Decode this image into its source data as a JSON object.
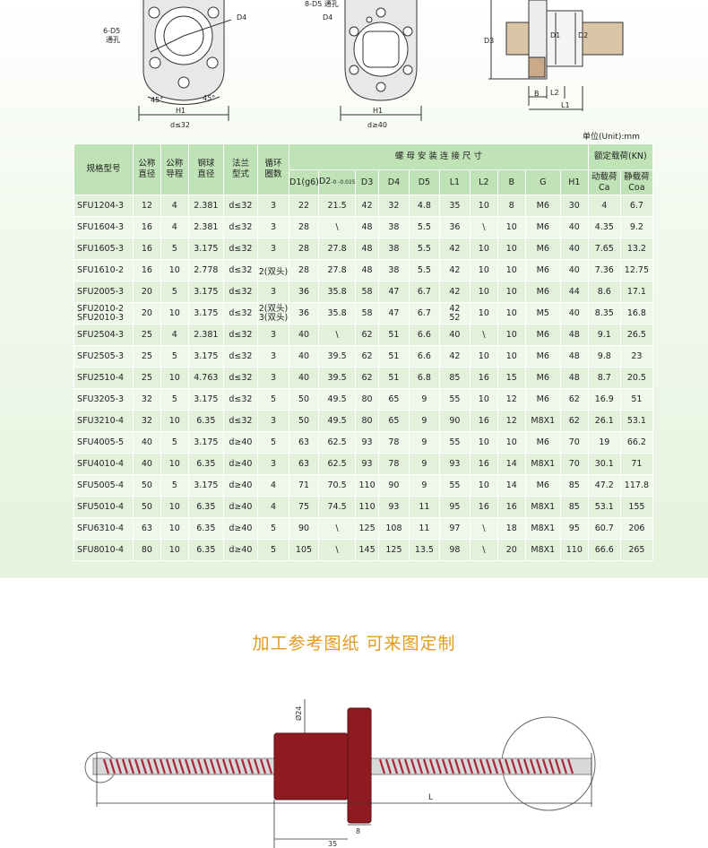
{
  "drawings": {
    "left": {
      "hole_label": "6-D5",
      "hole_sub": "通孔",
      "d4": "D4",
      "angle_left": "45°",
      "angle_right": "45°",
      "h1": "H1",
      "d_cond": "d≤32"
    },
    "middle": {
      "hole_label": "8-D5 通孔",
      "d4": "D4",
      "h1": "H1",
      "d_cond": "d≥40"
    },
    "right": {
      "d3": "D3",
      "d1": "D1",
      "d2": "D2",
      "b": "B",
      "l2": "L2",
      "l1": "L1"
    }
  },
  "unit_label": "单位(Unit):mm",
  "table": {
    "headers": {
      "model": "规格型号",
      "nominal_dia": [
        "公称",
        "直径"
      ],
      "lead": [
        "公称",
        "导程"
      ],
      "ball_dia": [
        "钢球",
        "直径"
      ],
      "flange": [
        "法兰",
        "型式"
      ],
      "circuits": [
        "循环",
        "圈数"
      ],
      "dims_group": "螺 母 安 装 连 接 尺 寸",
      "load_group": "额定载荷(KN)",
      "d1": "D1(g6)",
      "d2": "D2",
      "d2_tol": "-0 -0.015",
      "d3": "D3",
      "d4": "D4",
      "d5": "D5",
      "l1": "L1",
      "l2": "L2",
      "b": "B",
      "g": "G",
      "h1": "H1",
      "ca": [
        "动载荷",
        "Ca"
      ],
      "coa": [
        "静载荷",
        "Coa"
      ]
    },
    "rows": [
      [
        "SFU1204-3",
        "12",
        "4",
        "2.381",
        "d≤32",
        "3",
        "22",
        "21.5",
        "42",
        "32",
        "4.8",
        "35",
        "10",
        "8",
        "M6",
        "30",
        "4",
        "6.7"
      ],
      [
        "SFU1604-3",
        "16",
        "4",
        "2.381",
        "d≤32",
        "3",
        "28",
        "\\",
        "48",
        "38",
        "5.5",
        "36",
        "\\",
        "10",
        "M6",
        "40",
        "4.35",
        "9.2"
      ],
      [
        "SFU1605-3",
        "16",
        "5",
        "3.175",
        "d≤32",
        "3",
        "28",
        "27.8",
        "48",
        "38",
        "5.5",
        "42",
        "10",
        "10",
        "M6",
        "40",
        "7.65",
        "13.2"
      ],
      [
        "SFU1610-2",
        "16",
        "10",
        "2.778",
        "d≤32",
        "2(双头)",
        "28",
        "27.8",
        "48",
        "38",
        "5.5",
        "42",
        "10",
        "10",
        "M6",
        "40",
        "7.36",
        "12.75"
      ],
      [
        "SFU2005-3",
        "20",
        "5",
        "3.175",
        "d≤32",
        "3",
        "36",
        "35.8",
        "58",
        "47",
        "6.7",
        "42",
        "10",
        "10",
        "M6",
        "44",
        "8.6",
        "17.1"
      ],
      [
        "SFU2010-2\nSFU2010-3",
        "20",
        "10",
        "3.175",
        "d≤32",
        "2(双头)\n3(双头)",
        "36",
        "35.8",
        "58",
        "47",
        "6.7",
        "42\n52",
        "10",
        "10",
        "M5",
        "40",
        "8.35",
        "16.8"
      ],
      [
        "SFU2504-3",
        "25",
        "4",
        "2.381",
        "d≤32",
        "3",
        "40",
        "\\",
        "62",
        "51",
        "6.6",
        "40",
        "\\",
        "10",
        "M6",
        "48",
        "9.1",
        "26.5"
      ],
      [
        "SFU2505-3",
        "25",
        "5",
        "3.175",
        "d≤32",
        "3",
        "40",
        "39.5",
        "62",
        "51",
        "6.6",
        "42",
        "10",
        "10",
        "M6",
        "48",
        "9.8",
        "23"
      ],
      [
        "SFU2510-4",
        "25",
        "10",
        "4.763",
        "d≤32",
        "3",
        "40",
        "39.5",
        "62",
        "51",
        "6.8",
        "85",
        "16",
        "15",
        "M6",
        "48",
        "8.7",
        "20.5"
      ],
      [
        "SFU3205-3",
        "32",
        "5",
        "3.175",
        "d≤32",
        "5",
        "50",
        "49.5",
        "80",
        "65",
        "9",
        "55",
        "10",
        "12",
        "M6",
        "62",
        "16.9",
        "51"
      ],
      [
        "SFU3210-4",
        "32",
        "10",
        "6.35",
        "d≤32",
        "3",
        "50",
        "49.5",
        "80",
        "65",
        "9",
        "90",
        "16",
        "12",
        "M8X1",
        "62",
        "26.1",
        "53.1"
      ],
      [
        "SFU4005-5",
        "40",
        "5",
        "3.175",
        "d≥40",
        "5",
        "63",
        "62.5",
        "93",
        "78",
        "9",
        "55",
        "10",
        "10",
        "M6",
        "70",
        "19",
        "66.2"
      ],
      [
        "SFU4010-4",
        "40",
        "10",
        "6.35",
        "d≥40",
        "3",
        "63",
        "62.5",
        "93",
        "78",
        "9",
        "93",
        "16",
        "14",
        "M8X1",
        "70",
        "30.1",
        "71"
      ],
      [
        "SFU5005-4",
        "50",
        "5",
        "3.175",
        "d≥40",
        "4",
        "71",
        "70.5",
        "110",
        "90",
        "9",
        "55",
        "10",
        "14",
        "M6",
        "85",
        "47.2",
        "117.8"
      ],
      [
        "SFU5010-4",
        "50",
        "10",
        "6.35",
        "d≥40",
        "4",
        "75",
        "74.5",
        "110",
        "93",
        "11",
        "95",
        "16",
        "16",
        "M8X1",
        "85",
        "53.1",
        "155"
      ],
      [
        "SFU6310-4",
        "63",
        "10",
        "6.35",
        "d≥40",
        "5",
        "90",
        "\\",
        "125",
        "108",
        "11",
        "97",
        "\\",
        "18",
        "M8X1",
        "95",
        "60.7",
        "206"
      ],
      [
        "SFU8010-4",
        "80",
        "10",
        "6.35",
        "d≥40",
        "5",
        "105",
        "\\",
        "145",
        "125",
        "13.5",
        "98",
        "\\",
        "20",
        "M8X1",
        "110",
        "66.6",
        "265"
      ]
    ]
  },
  "section_title": "加工参考图纸  可来图定制",
  "bottom_drawing": {
    "dia_label": "Ø24",
    "length_label": "L",
    "dim_35": "35",
    "dim_8": "8"
  },
  "colors": {
    "header_bg": "#bfe2b6",
    "row_bg": "#e3f1dc",
    "title_orange": "#e39a1f",
    "nut_red": "#8e1a22"
  }
}
